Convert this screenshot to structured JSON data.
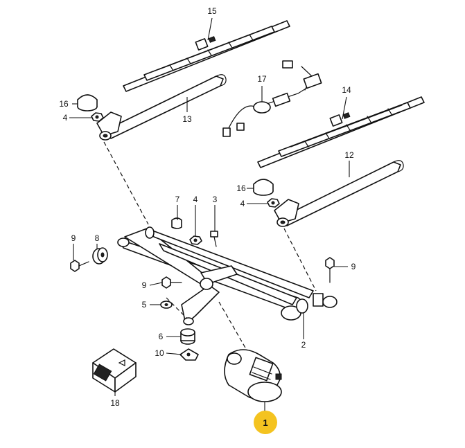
{
  "callouts": {
    "c15": "15",
    "c16a": "16",
    "c4a": "4",
    "c13": "13",
    "c17": "17",
    "c14": "14",
    "c12": "12",
    "c16b": "16",
    "c4b": "4",
    "c7": "7",
    "c4c": "4",
    "c3": "3",
    "c9a": "9",
    "c8": "8",
    "c9b": "9",
    "c9c": "9",
    "c5": "5",
    "c6": "6",
    "c10": "10",
    "c2": "2",
    "c18": "18",
    "c1": "1"
  },
  "highlight": {
    "color": "#f4c320"
  }
}
